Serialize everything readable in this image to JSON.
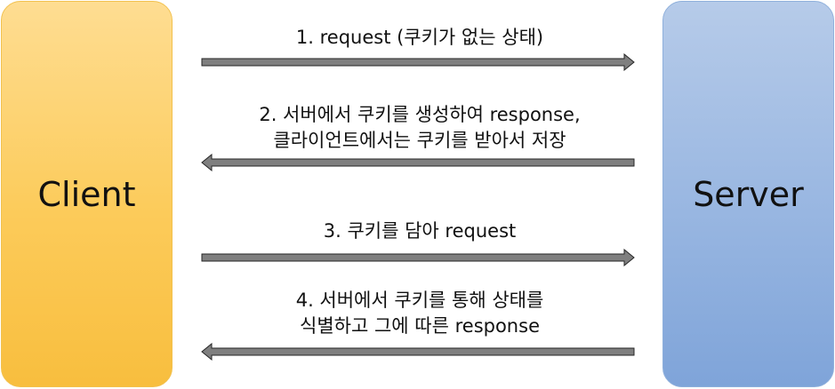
{
  "nodes": {
    "client": {
      "label": "Client",
      "color": "#fccb5a"
    },
    "server": {
      "label": "Server",
      "color": "#98b6e1"
    }
  },
  "steps": [
    {
      "direction": "client-to-server",
      "lines": [
        "1. request (쿠키가 없는 상태)"
      ]
    },
    {
      "direction": "server-to-client",
      "lines": [
        "2. 서버에서 쿠키를 생성하여 response,",
        "클라이언트에서는 쿠키를 받아서 저장"
      ]
    },
    {
      "direction": "client-to-server",
      "lines": [
        "3. 쿠키를 담아 request"
      ]
    },
    {
      "direction": "server-to-client",
      "lines": [
        "4. 서버에서 쿠키를 통해 상태를",
        "식별하고 그에 따른 response"
      ]
    }
  ],
  "arrow_color": "#7f7f7f"
}
